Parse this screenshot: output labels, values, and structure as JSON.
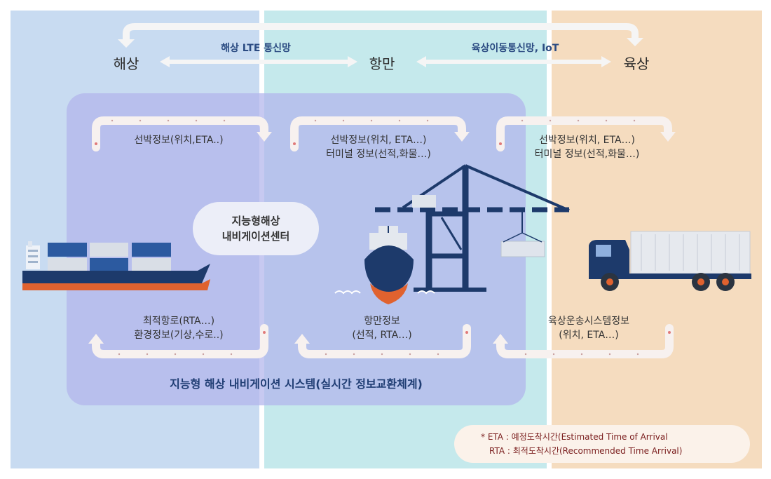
{
  "regions": {
    "sea": "해상",
    "port": "항만",
    "land": "육상"
  },
  "networks": {
    "sea_port": "해상 LTE 통신망",
    "port_land": "육상이동통신망, IoT"
  },
  "top_info": {
    "sea": "선박정보(위치,ETA..)",
    "port": "선박정보(위치, ETA…)\n터미널 정보(선적,화물…)",
    "land": "선박정보(위치, ETA…)\n터미널 정보(선적,화물…)"
  },
  "center_label": "지능형해상\n내비게이션센터",
  "bottom_info": {
    "sea": "최적항로(RTA…)\n환경정보(기상,수로..)",
    "port": "항만정보\n(선적, RTA…)",
    "land": "육상운송시스템정보\n(위치, ETA…)"
  },
  "system_title": "지능형 해상 내비게이션 시스템(실시간 정보교환체계)",
  "footnote": {
    "eta": "* ETA : 예정도착시간(Estimated Time of Arrival",
    "rta": "RTA : 최적도착시간(Recommended Time Arrival)"
  },
  "colors": {
    "sea_zone": "#c8dbf1",
    "port_zone": "#c5e9ec",
    "land_zone": "#f5dcbf",
    "system_box": "#b2b4eb",
    "ship_hull": "#1d3a6b",
    "ship_bottom": "#e0622f",
    "crane": "#1d3a6b",
    "truck_cab": "#1d3a6b",
    "container_blue": "#2c5aa0"
  }
}
